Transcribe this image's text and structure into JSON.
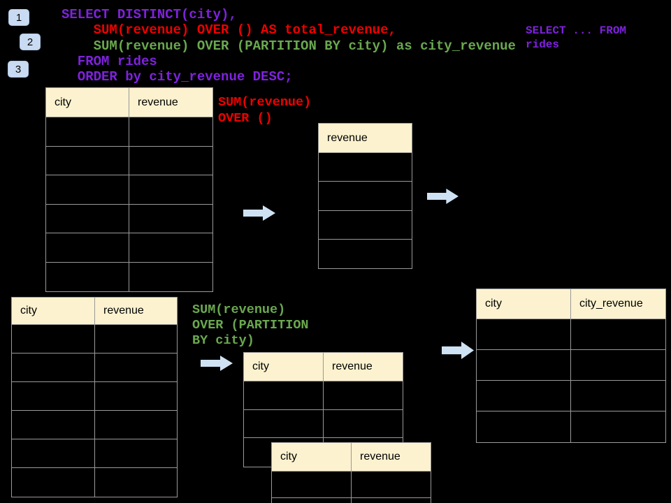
{
  "colors": {
    "background": "#000000",
    "sql_purple": "#7f22dd",
    "sql_red": "#ee0000",
    "sql_green": "#6aa84f",
    "table_header_bg": "#fcf2cf",
    "table_border": "#9a9a9a",
    "arrow_fill": "#cfe2f3",
    "badge_bg": "#c9dbf2"
  },
  "badges": [
    {
      "label": "1"
    },
    {
      "label": "2"
    },
    {
      "label": "3"
    }
  ],
  "sql": {
    "lines": [
      {
        "text": "SELECT DISTINCT(city),",
        "color": "purple"
      },
      {
        "text": "    SUM(revenue) OVER () AS total_revenue,",
        "color": "red"
      },
      {
        "text": "    SUM(revenue) OVER (PARTITION BY city) as city_revenue",
        "color": "green"
      },
      {
        "text": "  FROM rides",
        "color": "purple"
      },
      {
        "text": "  ORDER by city_revenue DESC;",
        "color": "purple"
      }
    ],
    "side_note": {
      "lines": [
        "SELECT ... FROM",
        "rides"
      ]
    }
  },
  "annotations": {
    "total_revenue": {
      "lines": [
        "SUM(revenue)",
        "OVER ()"
      ],
      "color": "red"
    },
    "partition": {
      "lines": [
        "SUM(revenue)",
        "OVER (PARTITION",
        "BY city)"
      ],
      "color": "green"
    }
  },
  "tables": {
    "source_top": {
      "headers": [
        "city",
        "revenue"
      ],
      "row_count": 6
    },
    "total_result": {
      "headers": [
        "revenue"
      ],
      "row_count": 4
    },
    "source_bottom": {
      "headers": [
        "city",
        "revenue"
      ],
      "row_count": 6
    },
    "partition_input": {
      "headers": [
        "city",
        "revenue"
      ],
      "row_count": 3
    },
    "partition_overlay": {
      "headers": [
        "city",
        "revenue"
      ],
      "row_count": 2
    },
    "city_revenue_result": {
      "headers": [
        "city",
        "city_revenue"
      ],
      "row_count": 4
    }
  }
}
